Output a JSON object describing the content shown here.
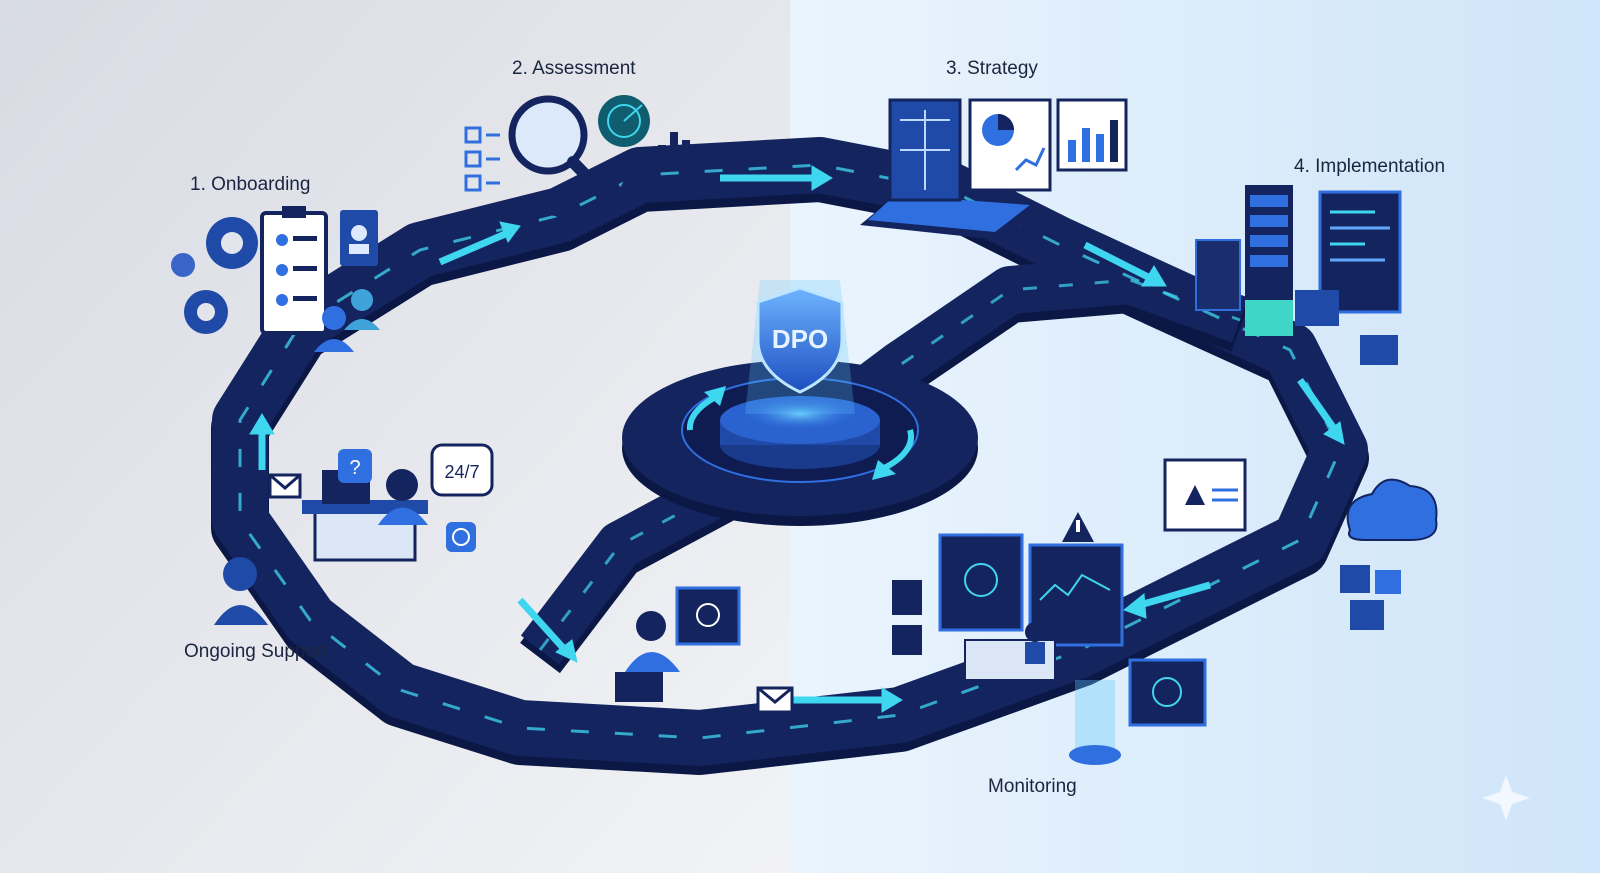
{
  "center": {
    "text": "DPO"
  },
  "stages": [
    {
      "label": "1. Onboarding"
    },
    {
      "label": "2. Assessment"
    },
    {
      "label": "3. Strategy"
    },
    {
      "label": "4. Implementation"
    },
    {
      "label": "Monitoring"
    },
    {
      "label": "Ongoing Support"
    }
  ],
  "support_badge": {
    "text": "24/7"
  },
  "help_bubble": {
    "text": "?"
  },
  "colors": {
    "track": "#14245e",
    "track_edge": "#0b1744",
    "flow": "#3fd6f0",
    "accent": "#2f6fe0",
    "bg_left": "#e3e5ec",
    "bg_right": "#dcecfb"
  }
}
